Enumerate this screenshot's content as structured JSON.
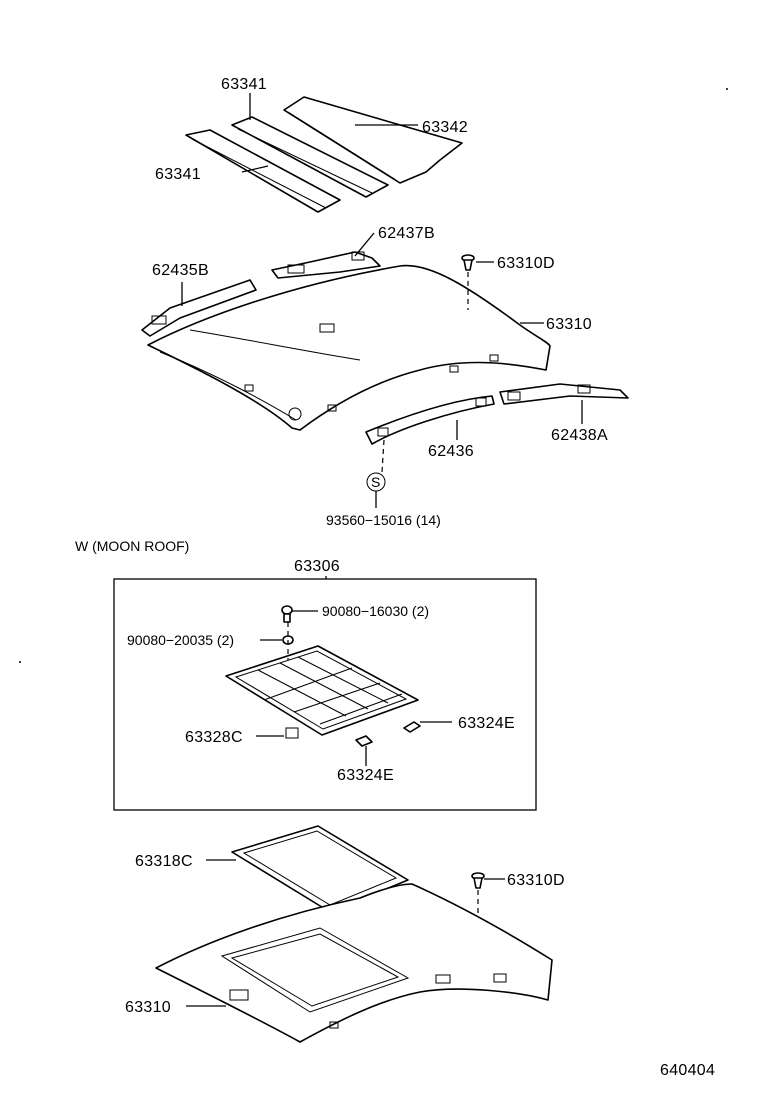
{
  "labels": {
    "p63341_top": "63341",
    "p63342": "63342",
    "p63341_left": "63341",
    "p62437B": "62437B",
    "p62435B": "62435B",
    "p63310D_top": "63310D",
    "p63310_top": "63310",
    "p62436": "62436",
    "p62438A": "62438A",
    "screw_symbol": "S",
    "p93560": "93560−15016 (14)",
    "moonroof_caption": "W (MOON  ROOF)",
    "p63306": "63306",
    "p90080_16030": "90080−16030 (2)",
    "p90080_20035": "90080−20035 (2)",
    "p63328C": "63328C",
    "p63324E_right": "63324E",
    "p63324E_bottom": "63324E",
    "p63318C": "63318C",
    "p63310D_bottom": "63310D",
    "p63310_bottom": "63310",
    "diagram_number": "640404"
  }
}
